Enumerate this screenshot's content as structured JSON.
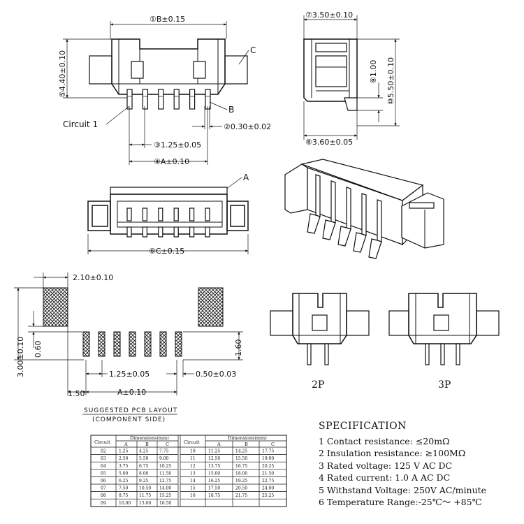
{
  "dims": {
    "b": "①B±0.15",
    "h440": "⑤4.40±0.10",
    "c_label": "C",
    "b_label": "B",
    "circuit1": "Circuit 1",
    "pin030": "②0.30±0.02",
    "pitch125": "③1.25±0.05",
    "a010": "④A±0.10",
    "w350": "⑦3.50±0.10",
    "h100": "⑨1.00",
    "h550": "⑩5.50±0.10",
    "w360": "⑧3.60±0.05",
    "a_label": "A",
    "c015": "⑥C±0.15",
    "pad210": "2.10±0.10",
    "h300": "3.00±0.10",
    "h060": "0.60",
    "h160": "1.60",
    "pcb125": "1.25±0.05",
    "pcb050": "0.50±0.03",
    "pcb150": "1.50",
    "pcbA": "A±0.10"
  },
  "pcb_layout": {
    "line1": "SUGGESTED PCB LAYOUT",
    "line2": "(COMPONENT SIDE)"
  },
  "variants": [
    "2P",
    "3P"
  ],
  "table": {
    "circuit_header": "Circuit",
    "dims_header": "Dimensions(mm)",
    "cols": [
      "A",
      "B",
      "C"
    ],
    "left_rows": [
      [
        "02",
        "1.25",
        "4.25",
        "7.75"
      ],
      [
        "03",
        "2.50",
        "5.50",
        "9.00"
      ],
      [
        "04",
        "3.75",
        "6.75",
        "10.25"
      ],
      [
        "05",
        "5.00",
        "8.00",
        "11.50"
      ],
      [
        "06",
        "6.25",
        "9.25",
        "12.75"
      ],
      [
        "07",
        "7.50",
        "10.50",
        "14.00"
      ],
      [
        "08",
        "8.75",
        "11.75",
        "15.25"
      ],
      [
        "09",
        "10.00",
        "13.00",
        "16.50"
      ]
    ],
    "right_rows": [
      [
        "10",
        "11.25",
        "14.25",
        "17.75"
      ],
      [
        "11",
        "12.50",
        "15.50",
        "19.00"
      ],
      [
        "12",
        "13.75",
        "16.75",
        "20.25"
      ],
      [
        "13",
        "15.00",
        "18.00",
        "21.50"
      ],
      [
        "14",
        "16.25",
        "19.25",
        "22.75"
      ],
      [
        "15",
        "17.50",
        "20.50",
        "24.00"
      ],
      [
        "16",
        "18.75",
        "21.75",
        "25.25"
      ]
    ]
  },
  "spec": {
    "title": "SPECIFICATION",
    "items": [
      "1 Contact resistance: ≤20mΩ",
      "2 Insulation resistance: ≥100MΩ",
      "3 Rated voltage: 125 V AC DC",
      "4 Rated current: 1.0 A AC DC",
      "5 Withstand Voltage: 250V AC/minute",
      "6 Temperature Range:-25℃～ +85℃"
    ]
  }
}
